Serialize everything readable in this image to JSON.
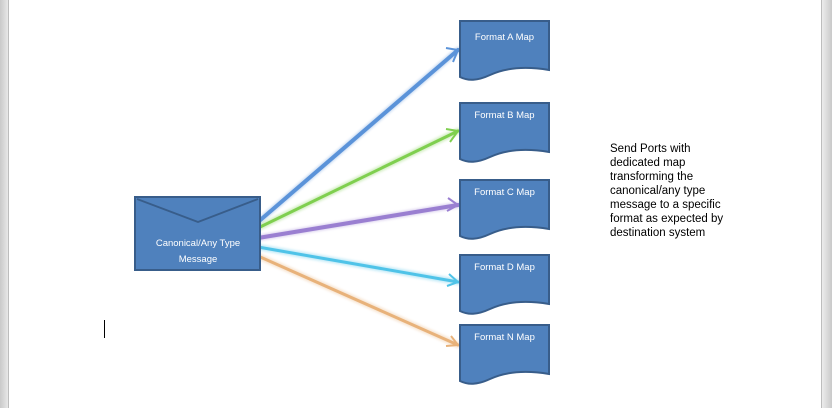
{
  "diagram": {
    "source": {
      "label": "Canonical/Any Type Message",
      "icon": "envelope-icon"
    },
    "targets": [
      {
        "label": "Format A Map"
      },
      {
        "label": "Format B Map"
      },
      {
        "label": "Format C Map"
      },
      {
        "label": "Format D Map"
      },
      {
        "label": "Format N Map"
      }
    ],
    "annotation": "Send Ports with dedicated map transforming the canonical/any type message to a specific format as expected by destination system",
    "colors": {
      "shape_fill": "#4f81bd",
      "shape_stroke": "#385d8a",
      "arrows": [
        "#5b93d9",
        "#7fcf4f",
        "#9a7fd1",
        "#4fc3e8",
        "#e8b27a"
      ]
    }
  }
}
